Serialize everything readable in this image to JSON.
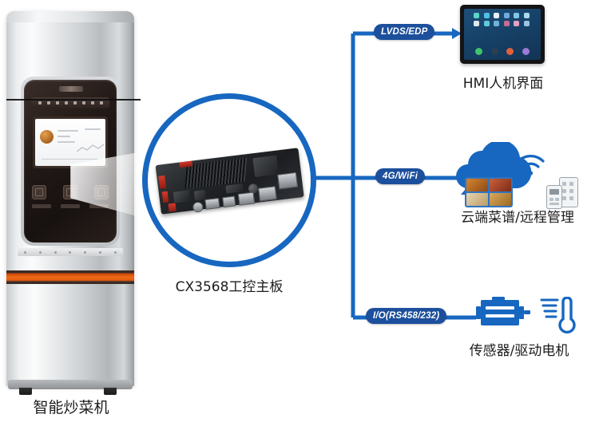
{
  "diagram": {
    "title_colors": {
      "wire_blue": "#1767c0",
      "badge_blue": "#1c4f9c",
      "accent_orange": "#ef6a15"
    },
    "appliance": {
      "caption": "智能炒菜机",
      "name": "smart-cooking-machine"
    },
    "board": {
      "caption": "CX3568工控主板",
      "name": "industrial-mainboard"
    },
    "connections": [
      {
        "id": "lvds",
        "badge": "LVDS/EDP",
        "target": "hmi"
      },
      {
        "id": "wifi",
        "badge": "4G/WiFi",
        "target": "cloud"
      },
      {
        "id": "io",
        "badge": "I/O(RS458/232)",
        "target": "motor"
      }
    ],
    "nodes": {
      "hmi": {
        "caption": "HMI人机界面"
      },
      "cloud": {
        "caption": "云端菜谱/远程管理"
      },
      "motor": {
        "caption": "传感器/驱动电机"
      }
    }
  }
}
